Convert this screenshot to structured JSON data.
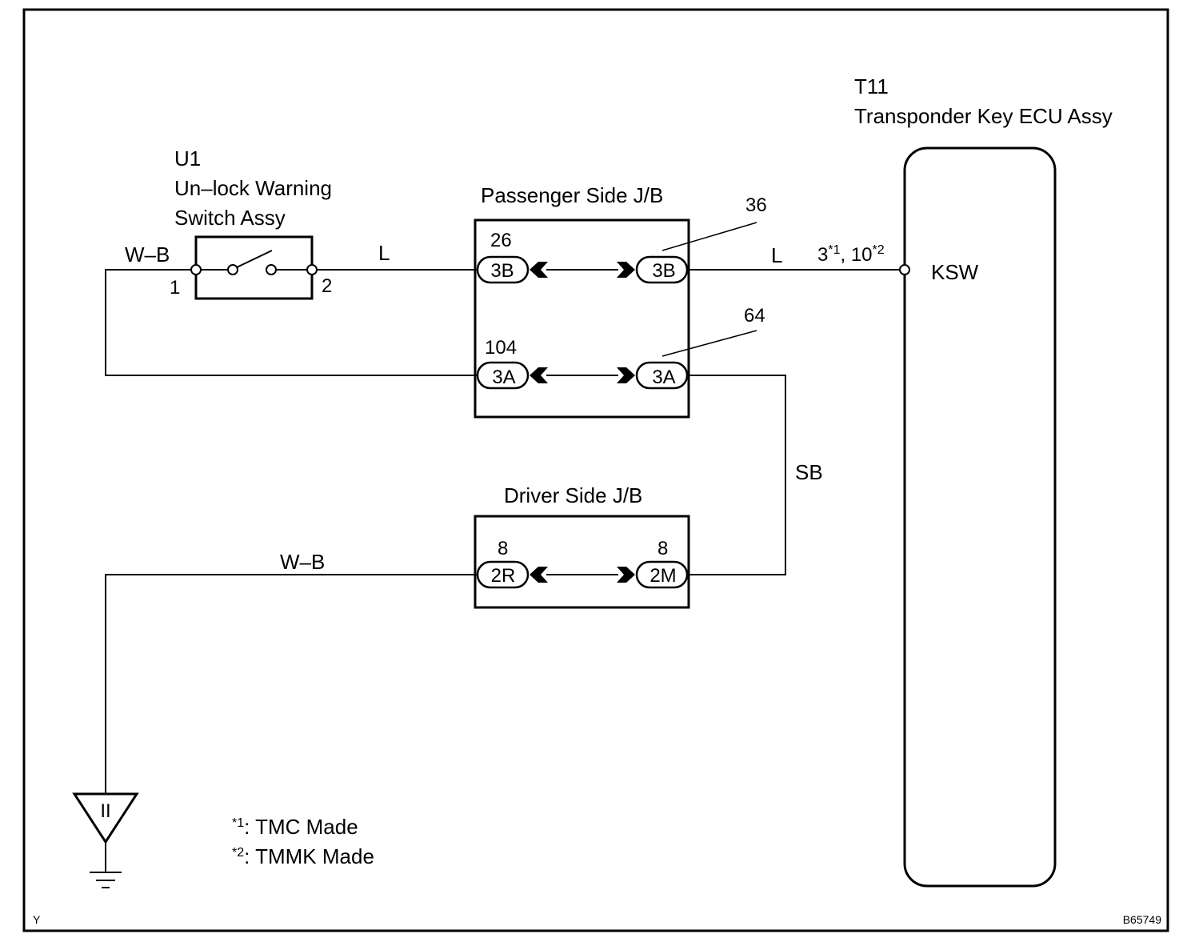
{
  "diagram": {
    "components": {
      "switch": {
        "code": "U1",
        "name_line1": "Un–lock Warning",
        "name_line2": "Switch Assy",
        "pin_left": "1",
        "pin_right": "2"
      },
      "passenger_jb": {
        "title": "Passenger Side J/B",
        "rows": [
          {
            "left_pin": "26",
            "left_conn": "3B",
            "right_pin": "36",
            "right_conn": "3B"
          },
          {
            "left_pin": "104",
            "left_conn": "3A",
            "right_pin": "64",
            "right_conn": "3A"
          }
        ]
      },
      "driver_jb": {
        "title": "Driver Side J/B",
        "left_pin": "8",
        "left_conn": "2R",
        "right_pin": "8",
        "right_conn": "2M"
      },
      "ecu": {
        "code": "T11",
        "name": "Transponder Key ECU Assy",
        "terminal": "KSW",
        "pin_a": "3",
        "pin_a_mark": "*1",
        "pin_sep": ", ",
        "pin_b": "10",
        "pin_b_mark": "*2"
      }
    },
    "wires": {
      "switch_left": "W–B",
      "switch_to_jb": "L",
      "jb_to_ecu": "L",
      "jb_to_driver": "SB",
      "driver_to_ground": "W–B"
    },
    "ground": {
      "symbol_text": "II"
    },
    "notes": [
      {
        "mark": "*1",
        "text": ": TMC Made"
      },
      {
        "mark": "*2",
        "text": ": TMMK Made"
      }
    ],
    "corner_left": "Y",
    "figure_id": "B65749"
  }
}
